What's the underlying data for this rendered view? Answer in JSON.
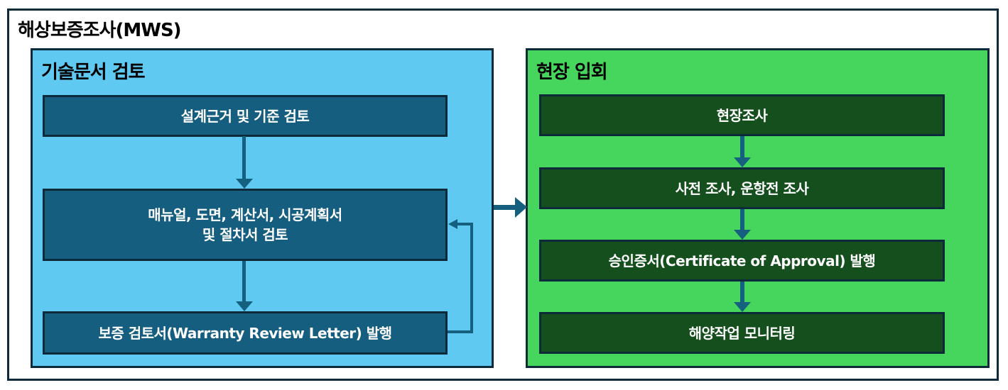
{
  "title": "해상보증조사(MWS)",
  "colors": {
    "outer_border": "#0d2a3a",
    "left_panel_bg": "#60c9f2",
    "right_panel_bg": "#47d65d",
    "left_step_bg": "#165e80",
    "right_step_bg": "#154f1d",
    "arrow": "#16607f"
  },
  "left_panel": {
    "title": "기술문서 검토",
    "steps": [
      {
        "label": "설계근거 및 기준 검토"
      },
      {
        "label": "매뉴얼, 도면, 계산서, 시공계획서\n및 절차서 검토"
      },
      {
        "label": "보증 검토서(Warranty Review Letter) 발행"
      }
    ]
  },
  "right_panel": {
    "title": "현장 입회",
    "steps": [
      {
        "label": "현장조사"
      },
      {
        "label": "사전 조사, 운항전 조사"
      },
      {
        "label": "승인증서(Certificate of Approval) 발행"
      },
      {
        "label": "해양작업 모니터링"
      }
    ]
  }
}
